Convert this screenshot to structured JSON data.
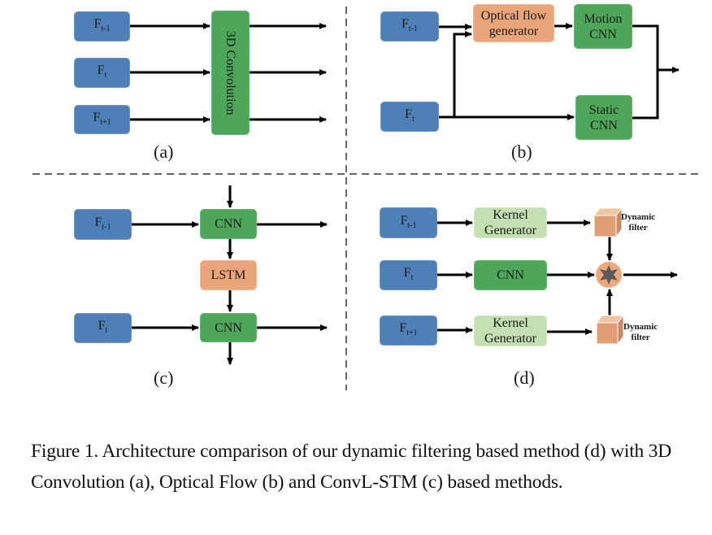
{
  "figure": {
    "panels": {
      "a": {
        "label": "(a)",
        "inputs": [
          {
            "base": "F",
            "sub": "t-1"
          },
          {
            "base": "F",
            "sub": "t"
          },
          {
            "base": "F",
            "sub": "t+1"
          }
        ],
        "block": "3D Convolution"
      },
      "b": {
        "label": "(b)",
        "inputs": [
          {
            "base": "F",
            "sub": "t-1"
          },
          {
            "base": "F",
            "sub": "t"
          }
        ],
        "optical_flow": "Optical flow generator",
        "optical_flow_line1": "Optical flow",
        "optical_flow_line2": "generator",
        "motion_cnn_line1": "Motion",
        "motion_cnn_line2": "CNN",
        "static_cnn_line1": "Static",
        "static_cnn_line2": "CNN"
      },
      "c": {
        "label": "(c)",
        "inputs": [
          {
            "base": "F",
            "sub": "t-1"
          },
          {
            "base": "F",
            "sub": "t"
          }
        ],
        "cnn_top": "CNN",
        "lstm": "LSTM",
        "cnn_bottom": "CNN"
      },
      "d": {
        "label": "(d)",
        "inputs": [
          {
            "base": "F",
            "sub": "t-1"
          },
          {
            "base": "F",
            "sub": "t"
          },
          {
            "base": "F",
            "sub": "t+1"
          }
        ],
        "kernel_gen_line1": "Kernel",
        "kernel_gen_line2": "Generator",
        "cnn": "CNN",
        "dynamic_filter_line1": "Dynamic",
        "dynamic_filter_line2": "filter",
        "operator_icon": "star-convolution-icon"
      }
    },
    "colors": {
      "input": "#4e7fb7",
      "cnn": "#4ea65a",
      "orange": "#eba57b",
      "kernel_generator": "#c4dfb1",
      "arrow": "#000000"
    }
  },
  "caption": "Figure 1. Architecture comparison of our dynamic filtering based method (d) with 3D Convolution (a), Optical Flow (b) and ConvL-STM (c) based methods."
}
